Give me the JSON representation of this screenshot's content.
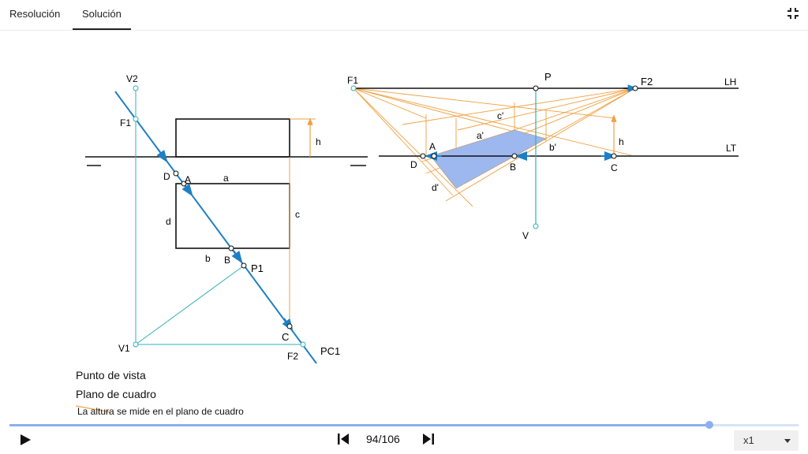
{
  "tabs": [
    {
      "label": "Resolución",
      "active": false
    },
    {
      "label": "Solución",
      "active": true
    }
  ],
  "icons": {
    "fullscreen": "fullscreen-exit-icon",
    "play": "play-icon",
    "prev": "skip-previous-icon",
    "next": "skip-next-icon",
    "dropdown": "chevron-down-icon"
  },
  "colors": {
    "black": "#111111",
    "cyan": "#2fb0b8",
    "blue": "#1f7fc4",
    "orange": "#f0a040",
    "fill": "#9db8ee",
    "progress": "#8ab0f0"
  },
  "left_view": {
    "V2": "V2",
    "F1": "F1",
    "D": "D",
    "A": "A",
    "a": "a",
    "d": "d",
    "c": "c",
    "b": "b",
    "B": "B",
    "P1": "P1",
    "V1": "V1",
    "C": "C",
    "F2": "F2",
    "PC1": "PC1",
    "h": "h"
  },
  "right_view": {
    "F1": "F1",
    "P": "P",
    "F2": "F2",
    "LH": "LH",
    "c_prime": "c'",
    "a_prime": "a'",
    "h": "h",
    "A": "A",
    "LT": "LT",
    "D": "D",
    "b_prime": "b'",
    "B": "B",
    "C": "C",
    "d_prime": "d'",
    "V": "V"
  },
  "captions": {
    "vista": "Punto de vista",
    "cuadro": "Plano de cuadro",
    "note": "La altura se mide en el plano de cuadro"
  },
  "player": {
    "counter": "94/106",
    "progress": 0.8717,
    "speed": "x1"
  }
}
